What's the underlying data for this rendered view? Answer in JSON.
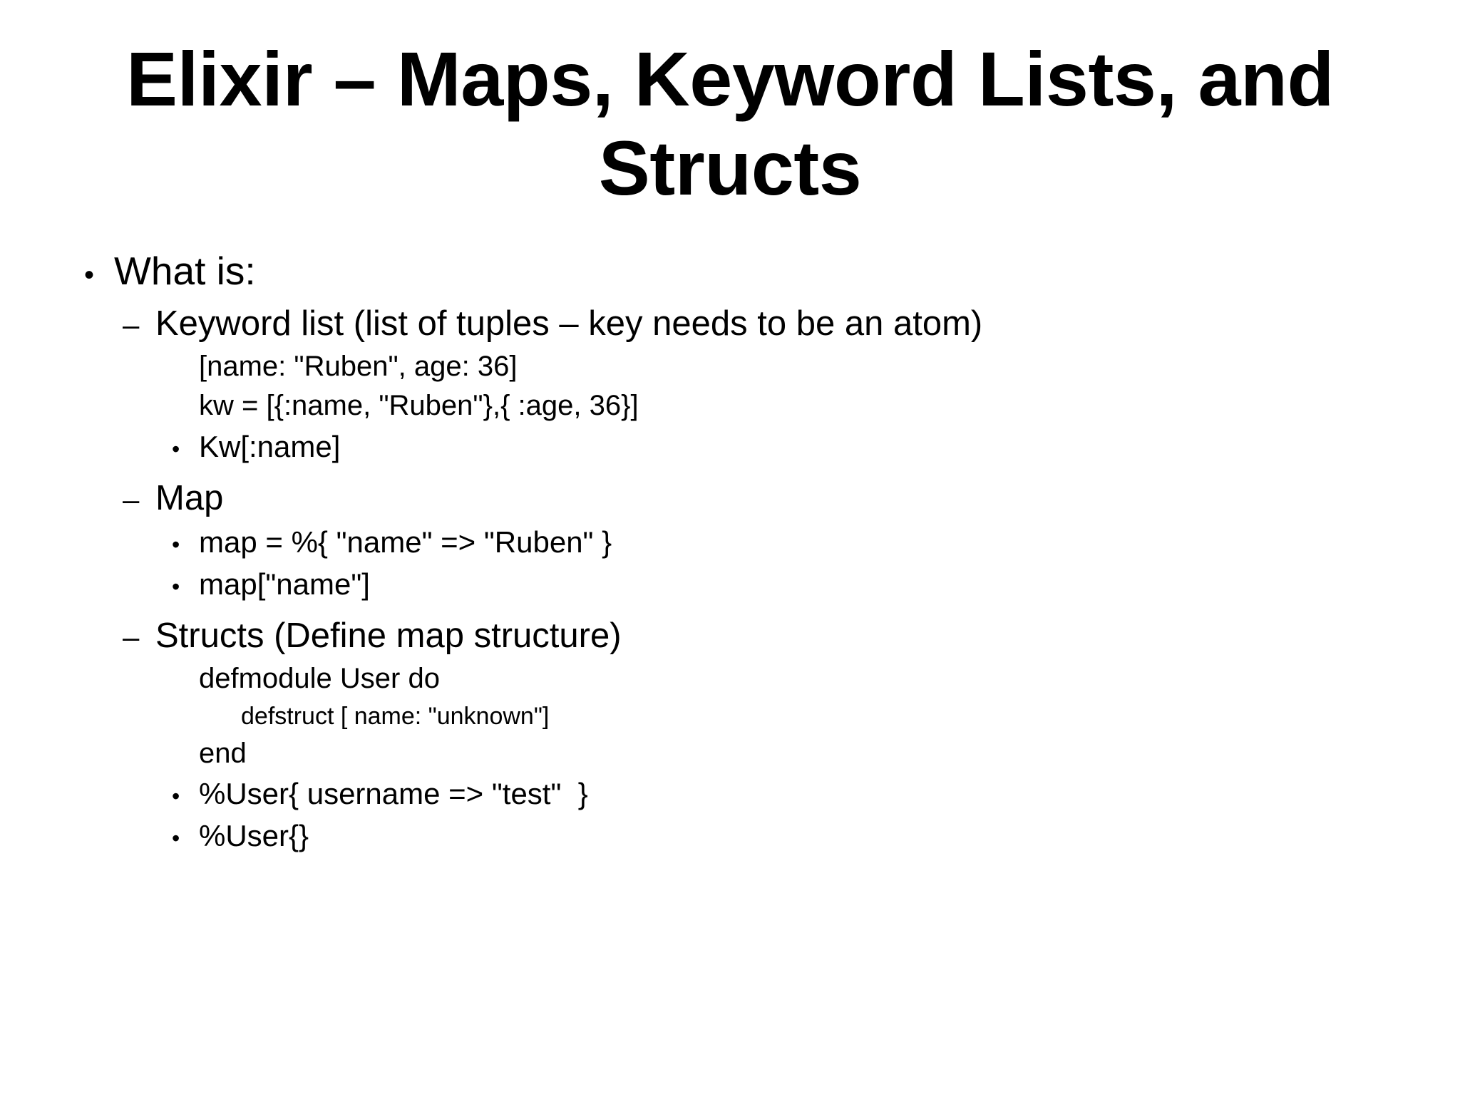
{
  "slide": {
    "title": "Elixir – Maps, Keyword Lists, and Structs",
    "background_color": "#ffffff",
    "text_color": "#000000",
    "bullet_glyphs": {
      "level1": "•",
      "level2": "–",
      "level3": "•"
    },
    "content": {
      "heading": "What is:",
      "sections": [
        {
          "label": "Keyword list (list of tuples – key needs to be an atom)",
          "code_lines": [
            "[name: \"Ruben\", age: 36]",
            "kw = [{:name, \"Ruben\"},{ :age, 36}]"
          ],
          "bullets": [
            "Kw[:name]"
          ]
        },
        {
          "label": "Map",
          "code_lines": [],
          "bullets": [
            "map = %{ \"name\" => \"Ruben\" }",
            "map[\"name\"]"
          ]
        },
        {
          "label": "Structs (Define map structure)",
          "code_lines": [
            "defmodule User do",
            "defstruct [ name: \"unknown\"]",
            "end"
          ],
          "bullets": [
            "%User{ username => \"test\"  }",
            "%User{}"
          ]
        }
      ]
    }
  }
}
